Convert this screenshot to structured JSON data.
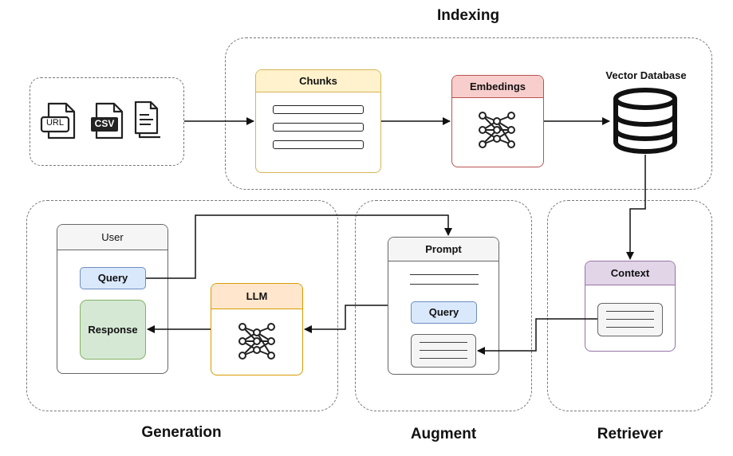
{
  "sections": {
    "indexing": "Indexing",
    "generation": "Generation",
    "augment": "Augment",
    "retriever": "Retriever"
  },
  "sources": {
    "url_label": "URL",
    "csv_label": "CSV",
    "icons": [
      "url-file-icon",
      "csv-file-icon",
      "document-stack-icon"
    ]
  },
  "chunks": {
    "title": "Chunks"
  },
  "embedings": {
    "title": "Embedings",
    "icon": "neural-network-icon"
  },
  "vector_db": {
    "title": "Vector Database",
    "icon": "database-icon"
  },
  "context": {
    "title": "Context"
  },
  "prompt": {
    "title": "Prompt",
    "query_label": "Query"
  },
  "llm": {
    "title": "LLM",
    "icon": "neural-network-icon"
  },
  "user": {
    "title": "User",
    "query_label": "Query",
    "response_label": "Response"
  },
  "colors": {
    "chunks_header": "#fff2cc",
    "chunks_border": "#d6b656",
    "embed_header": "#f8cecc",
    "embed_border": "#b85450",
    "context_header": "#e1d5e7",
    "context_border": "#9673a6",
    "llm_header": "#ffe6cc",
    "llm_border": "#d79b00",
    "query_fill": "#dae8fc",
    "query_border": "#6c8ebf",
    "response_fill": "#d5e8d4",
    "response_border": "#82b366",
    "neutral_header": "#f5f5f5",
    "neutral_border": "#666666"
  }
}
